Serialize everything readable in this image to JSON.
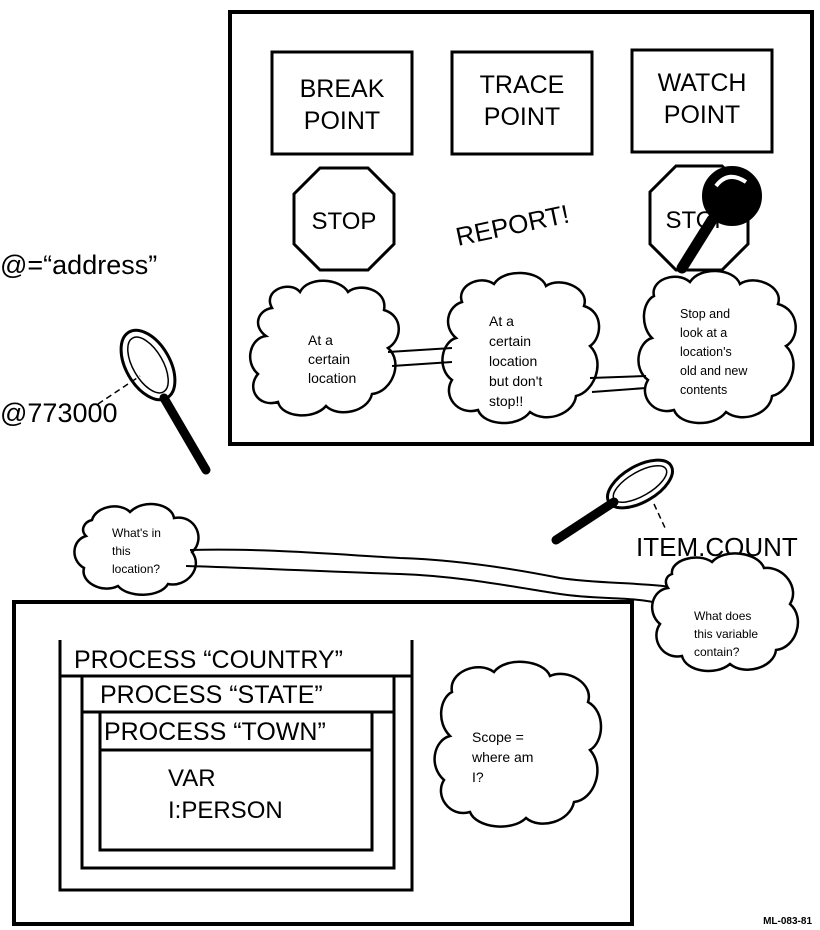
{
  "top_panel": {
    "boxes": [
      {
        "line1": "BREAK",
        "line2": "POINT"
      },
      {
        "line1": "TRACE",
        "line2": "POINT"
      },
      {
        "line1": "WATCH",
        "line2": "POINT"
      }
    ],
    "stop_sign_label": "STOP",
    "stop_sign_obscured_label": "STOP",
    "report_label": "REPORT!",
    "clouds": [
      {
        "lines": [
          "At a",
          "certain",
          "location"
        ]
      },
      {
        "lines": [
          "At a",
          "certain",
          "location",
          "but don't",
          "stop!!"
        ]
      },
      {
        "lines": [
          "Stop and",
          "look at a",
          "location's",
          "old and new",
          "contents"
        ]
      }
    ]
  },
  "address_label": "@=“address”",
  "address_value": "@773000",
  "item_count_label": "ITEM.COUNT",
  "location_cloud": {
    "lines": [
      "What's in",
      "this",
      "location?"
    ]
  },
  "variable_cloud": {
    "lines": [
      "What does",
      "this variable",
      "contain?"
    ]
  },
  "bottom_panel": {
    "process_country": "PROCESS “COUNTRY”",
    "process_state": "PROCESS “STATE”",
    "process_town": "PROCESS “TOWN”",
    "var_line1": "VAR",
    "var_line2": "I:PERSON",
    "scope_cloud": {
      "lines": [
        "Scope =",
        "where am",
        "I?"
      ]
    }
  },
  "figure_code": "ML-083-81"
}
